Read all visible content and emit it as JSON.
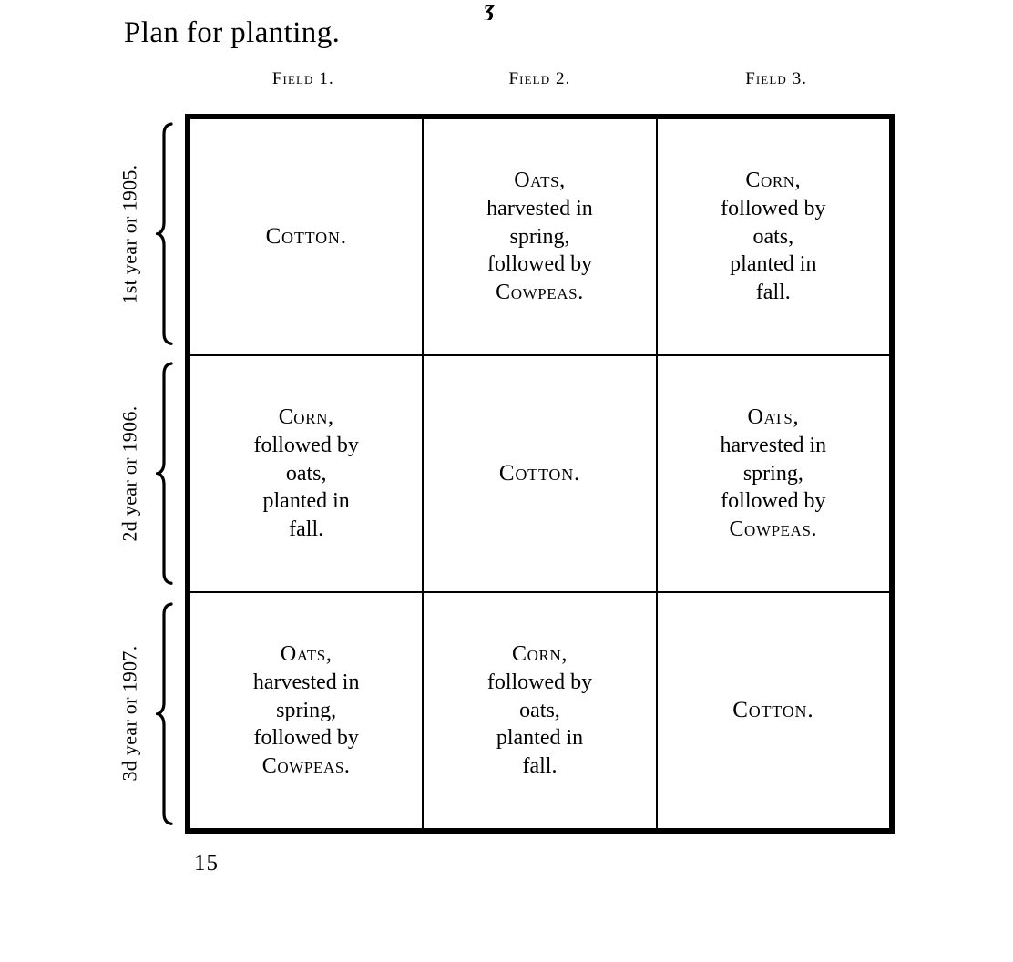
{
  "page": {
    "title": "Plan for planting.",
    "page_number": "15",
    "artifact_mark": "ʒ"
  },
  "table": {
    "column_headers": [
      {
        "label": "Field 1."
      },
      {
        "label": "Field 2."
      },
      {
        "label": "Field 3."
      }
    ],
    "row_labels": [
      {
        "label": "1st year or 1905."
      },
      {
        "label": "2d year or 1906."
      },
      {
        "label": "3d year or 1907."
      }
    ],
    "rows": [
      {
        "cells": [
          {
            "crop": "Cotton",
            "lines": [
              {
                "text": "Cotton.",
                "style": "smallcaps"
              }
            ]
          },
          {
            "crop": "Oats then Cowpeas",
            "lines": [
              {
                "text": "Oats,",
                "style": "smallcaps"
              },
              {
                "text": "harvested in",
                "style": "roman"
              },
              {
                "text": "spring,",
                "style": "roman"
              },
              {
                "text": "followed by",
                "style": "roman"
              },
              {
                "text": "Cowpeas.",
                "style": "smallcaps"
              }
            ]
          },
          {
            "crop": "Corn then oats",
            "lines": [
              {
                "text": "Corn,",
                "style": "smallcaps"
              },
              {
                "text": "followed by",
                "style": "roman"
              },
              {
                "text": "oats,",
                "style": "roman"
              },
              {
                "text": "planted in",
                "style": "roman"
              },
              {
                "text": "fall.",
                "style": "roman"
              }
            ]
          }
        ]
      },
      {
        "cells": [
          {
            "crop": "Corn then oats",
            "lines": [
              {
                "text": "Corn,",
                "style": "smallcaps"
              },
              {
                "text": "followed by",
                "style": "roman"
              },
              {
                "text": "oats,",
                "style": "roman"
              },
              {
                "text": "planted in",
                "style": "roman"
              },
              {
                "text": "fall.",
                "style": "roman"
              }
            ]
          },
          {
            "crop": "Cotton",
            "lines": [
              {
                "text": "Cotton.",
                "style": "smallcaps"
              }
            ]
          },
          {
            "crop": "Oats then Cowpeas",
            "lines": [
              {
                "text": "Oats,",
                "style": "smallcaps"
              },
              {
                "text": "harvested in",
                "style": "roman"
              },
              {
                "text": "spring,",
                "style": "roman"
              },
              {
                "text": "followed by",
                "style": "roman"
              },
              {
                "text": "Cowpeas.",
                "style": "smallcaps"
              }
            ]
          }
        ]
      },
      {
        "cells": [
          {
            "crop": "Oats then Cowpeas",
            "lines": [
              {
                "text": "Oats,",
                "style": "smallcaps"
              },
              {
                "text": "harvested in",
                "style": "roman"
              },
              {
                "text": "spring,",
                "style": "roman"
              },
              {
                "text": "followed by",
                "style": "roman"
              },
              {
                "text": "Cowpeas.",
                "style": "smallcaps"
              }
            ]
          },
          {
            "crop": "Corn then oats",
            "lines": [
              {
                "text": "Corn,",
                "style": "smallcaps"
              },
              {
                "text": "followed by",
                "style": "roman"
              },
              {
                "text": "oats,",
                "style": "roman"
              },
              {
                "text": "planted in",
                "style": "roman"
              },
              {
                "text": "fall.",
                "style": "roman"
              }
            ]
          },
          {
            "crop": "Cotton",
            "lines": [
              {
                "text": "Cotton.",
                "style": "smallcaps"
              }
            ]
          }
        ]
      }
    ]
  }
}
